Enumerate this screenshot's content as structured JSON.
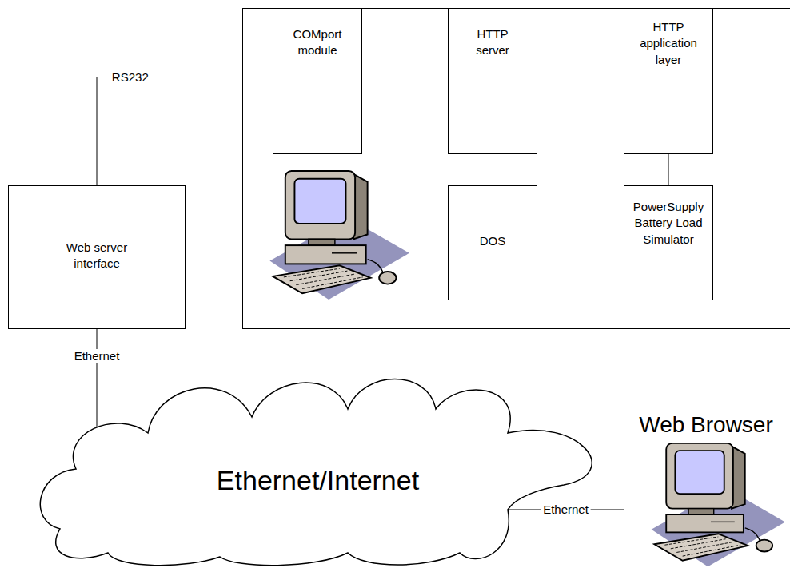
{
  "diagram": {
    "nodes": [
      {
        "text": []
      },
      {
        "text": [
          "COMport module"
        ],
        "in": 0
      },
      {
        "text": [
          "HTTP server"
        ],
        "in": 0
      },
      {
        "text": [
          "HTTP application layer"
        ],
        "in": 0
      },
      {
        "text": [
          "DOS"
        ],
        "in": 0
      },
      {
        "text": [
          "PowerSupply Battery Load Simulator"
        ],
        "in": 0
      },
      {
        "text": [
          "Web server interface"
        ]
      },
      {
        "text": [
          "Ethernet/Internet"
        ]
      },
      {
        "text": [
          "Web Browser"
        ]
      }
    ],
    "edges": [
      {
        "from": 6,
        "to": 1,
        "arrow": "none",
        "label": "RS232"
      },
      {
        "from": 1,
        "to": 2,
        "arrow": "none"
      },
      {
        "from": 2,
        "to": 3,
        "arrow": "none"
      },
      {
        "from": 3,
        "to": 5,
        "arrow": "none"
      },
      {
        "from": 6,
        "to": 7,
        "arrow": "none",
        "label": "Ethernet"
      },
      {
        "from": 7,
        "to": 8,
        "arrow": "none",
        "label": "Ethernet"
      }
    ]
  }
}
